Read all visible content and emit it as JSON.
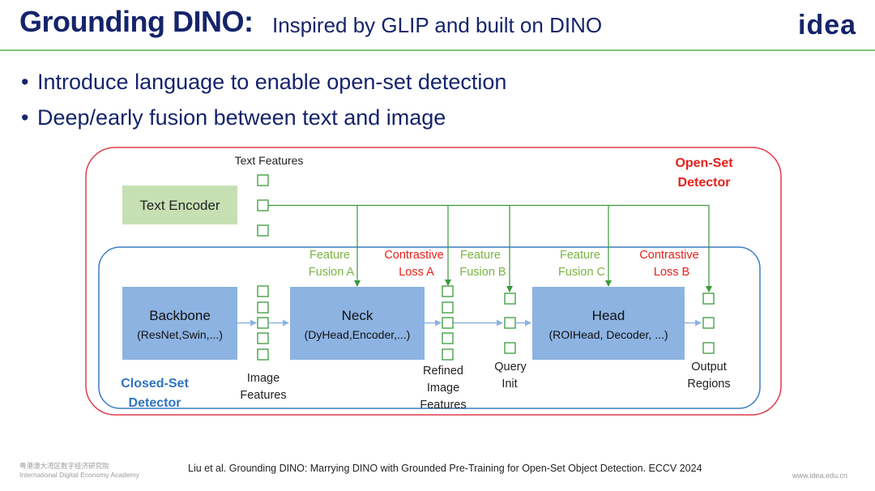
{
  "header": {
    "title_bold": "Grounding DINO:",
    "title_rest": "Inspired by GLIP and built on DINO",
    "logo": "idea"
  },
  "bullets": [
    "Introduce language to enable open-set detection",
    "Deep/early fusion between text and image"
  ],
  "diagram": {
    "open_set_label": [
      "Open-Set",
      "Detector"
    ],
    "closed_set_label": [
      "Closed-Set",
      "Detector"
    ],
    "text_features_label": "Text Features",
    "text_encoder": "Text Encoder",
    "backbone": {
      "title": "Backbone",
      "sub": "(ResNet,Swin,...)"
    },
    "neck": {
      "title": "Neck",
      "sub": "(DyHead,Encoder,...)"
    },
    "head": {
      "title": "Head",
      "sub": "(ROIHead, Decoder, ...)"
    },
    "fusion_a": [
      "Feature",
      "Fusion A"
    ],
    "loss_a": [
      "Contrastive",
      "Loss A"
    ],
    "fusion_b": [
      "Feature",
      "Fusion B"
    ],
    "fusion_c": [
      "Feature",
      "Fusion C"
    ],
    "loss_b": [
      "Contrastive",
      "Loss B"
    ],
    "image_features": [
      "Image",
      "Features"
    ],
    "refined_features": [
      "Refined",
      "Image",
      "Features"
    ],
    "query_init": [
      "Query",
      "Init"
    ],
    "output_regions": [
      "Output",
      "Regions"
    ],
    "colors": {
      "open_set_border": "#e03c4a",
      "closed_set_border": "#3d7cc4",
      "red_text": "#e8201a",
      "blue_text": "#2e74c4",
      "green_text": "#7cb342",
      "module_fill": "#8db3e2",
      "encoder_fill": "#c6e0b4",
      "square": "#3a9a3a"
    }
  },
  "footer": {
    "org_cn": "粤港澳大湾区数字经济研究院",
    "org_en": "International Digital Economy Academy",
    "citation": "Liu et al. Grounding DINO: Marrying DINO with Grounded Pre-Training for Open-Set Object Detection. ECCV 2024",
    "url": "www.idea.edu.cn"
  }
}
